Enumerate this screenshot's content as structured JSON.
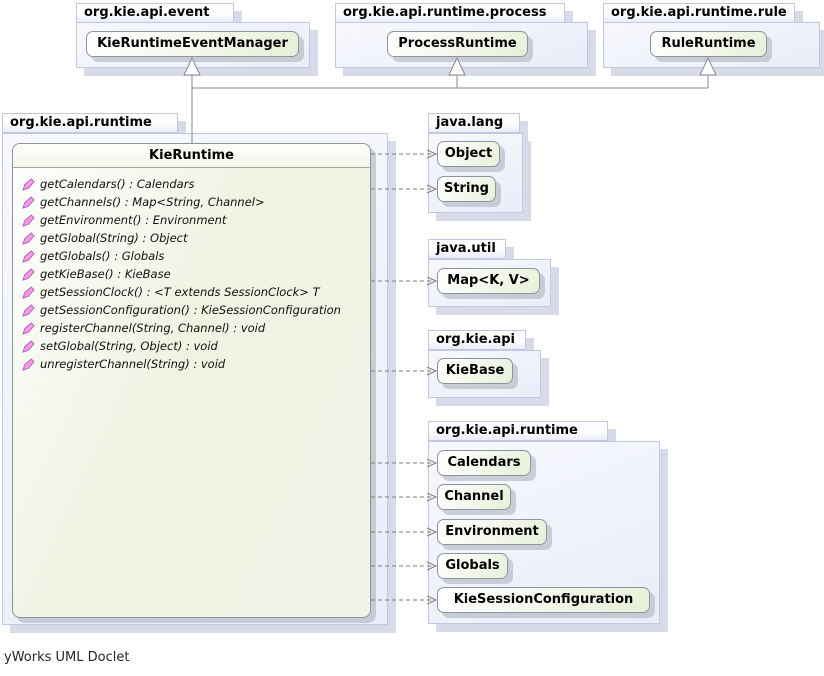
{
  "diagram": {
    "packages": {
      "event": {
        "label": "org.kie.api.event",
        "class": "KieRuntimeEventManager"
      },
      "process": {
        "label": "org.kie.api.runtime.process",
        "class": "ProcessRuntime"
      },
      "rule": {
        "label": "org.kie.api.runtime.rule",
        "class": "RuleRuntime"
      },
      "runtime_main": {
        "label": "org.kie.api.runtime"
      },
      "java_lang": {
        "label": "java.lang",
        "classes": [
          "Object",
          "String"
        ]
      },
      "java_util": {
        "label": "java.util",
        "classes": [
          "Map<K, V>"
        ]
      },
      "kie_api": {
        "label": "org.kie.api",
        "classes": [
          "KieBase"
        ]
      },
      "runtime_right": {
        "label": "org.kie.api.runtime",
        "classes": [
          "Calendars",
          "Channel",
          "Environment",
          "Globals",
          "KieSessionConfiguration"
        ]
      }
    },
    "main_class": {
      "name": "KieRuntime",
      "methods": [
        "getCalendars() : Calendars",
        "getChannels() : Map<String, Channel>",
        "getEnvironment() : Environment",
        "getGlobal(String) : Object",
        "getGlobals() : Globals",
        "getKieBase() : KieBase",
        "getSessionClock() : <T extends SessionClock> T",
        "getSessionConfiguration() : KieSessionConfiguration",
        "registerChannel(String, Channel) : void",
        "setGlobal(String, Object) : void",
        "unregisterChannel(String) : void"
      ]
    },
    "colors": {
      "package_fill": "#eaedf9",
      "package_border": "#c2c8e2",
      "class_fill_top": "#ffffff",
      "class_fill_bottom": "#e9f0da",
      "class_border": "#8e949e",
      "method_icon_fill": "#f49ae8",
      "method_icon_stroke": "#b05ab0",
      "connector": "#828282",
      "shadow": "#d7dae8"
    }
  },
  "footer": "yWorks UML Doclet"
}
